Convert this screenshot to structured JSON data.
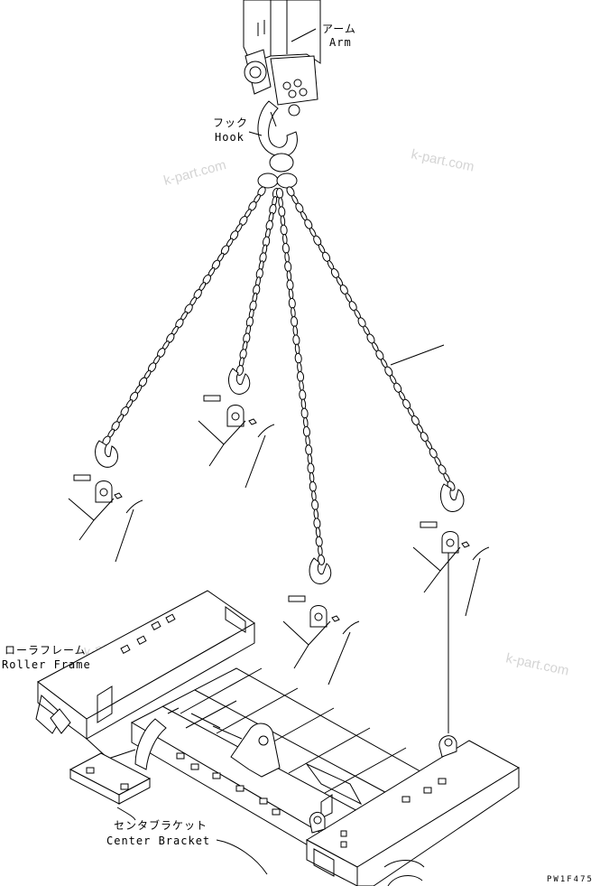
{
  "labels": {
    "arm_jp": "アーム",
    "arm_en": "Arm",
    "hook_jp": "フック",
    "hook_en": "Hook",
    "roller_frame_jp": "ローラフレーム",
    "roller_frame_en": "Roller Frame",
    "center_bracket_jp": "センタブラケット",
    "center_bracket_en": "Center Bracket"
  },
  "watermarks": [
    "k-part.com",
    "k-part.com",
    "k-part.com",
    "k-part.com"
  ],
  "drawing_code": "PW1F475"
}
